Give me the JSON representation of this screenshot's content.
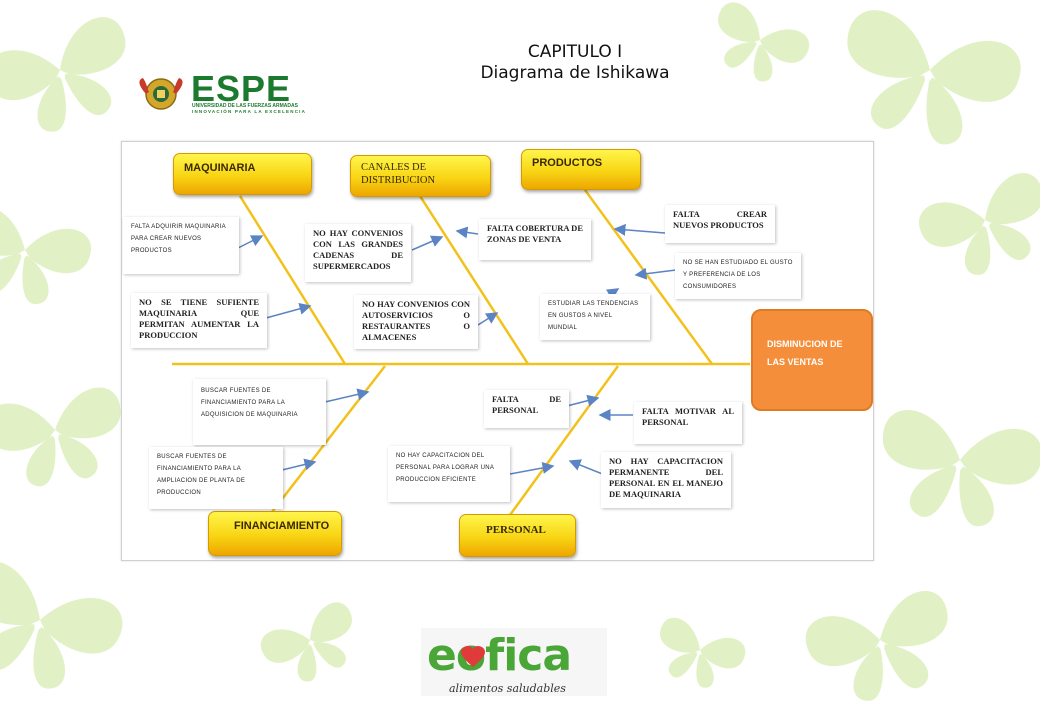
{
  "header": {
    "chapter": "CAPITULO I",
    "subtitle": "Diagrama de Ishikawa"
  },
  "top_logo": {
    "name": "ESPE",
    "tagline": "UNIVERSIDAD DE LAS FUERZAS ARMADAS",
    "motto": "INNOVACIÓN PARA LA EXCELENCIA"
  },
  "diagram": {
    "effect": "DISMINUCION DE LAS VENTAS",
    "categories": {
      "maquinaria": "MAQUINARIA",
      "canales": "CANALES DE DISTRIBUCION",
      "productos": "PRODUCTOS",
      "financiamiento": "FINANCIAMIENTO",
      "personal": "PERSONAL"
    },
    "causes": {
      "m1": "FALTA ADQUIRIR MAQUINARIA PARA CREAR NUEVOS PRODUCTOS",
      "m2": "NO SE TIENE SUFIENTE MAQUINARIA QUE PERMITAN AUMENTAR LA PRODUCCION",
      "c1": "NO HAY CONVENIOS CON LAS GRANDES CADENAS DE SUPERMERCADOS",
      "c2": "FALTA COBERTURA DE ZONAS DE VENTA",
      "c3": "NO HAY CONVENIOS CON AUTOSERVICIOS O RESTAURANTES O ALMACENES",
      "p1": "FALTA CREAR NUEVOS PRODUCTOS",
      "p2": "NO SE HAN ESTUDIADO EL GUSTO Y PREFERENCIA DE LOS CONSUMIDORES",
      "p3": "ESTUDIAR LAS TENDENCIAS EN GUSTOS A NIVEL MUNDIAL",
      "f1": "BUSCAR FUENTES DE FINANCIAMIENTO PARA LA ADQUISICION DE MAQUINARIA",
      "f2": "BUSCAR FUENTES DE FINANCIAMIENTO PARA LA AMPLIACION DE PLANTA DE PRODUCCION",
      "e1": "FALTA DE PERSONAL",
      "e2": "FALTA MOTIVAR AL PERSONAL",
      "e3": "NO HAY CAPACITACION DEL PERSONAL PARA LOGRAR UNA PRODUCCION EFICIENTE",
      "e4": "NO HAY CAPACITACION PERMANENTE DEL PERSONAL EN EL MANEJO DE MAQUINARIA"
    }
  },
  "bottom_logo": {
    "name": "eofica",
    "tagline": "alimentos saludables"
  },
  "colors": {
    "category_fill": "#f8d514",
    "effect_fill": "#f58e3a",
    "spine": "#f3c11b",
    "arrow": "#5b84c4",
    "butterfly": "#d4ecaa",
    "brand_green": "#1c7a2e"
  }
}
